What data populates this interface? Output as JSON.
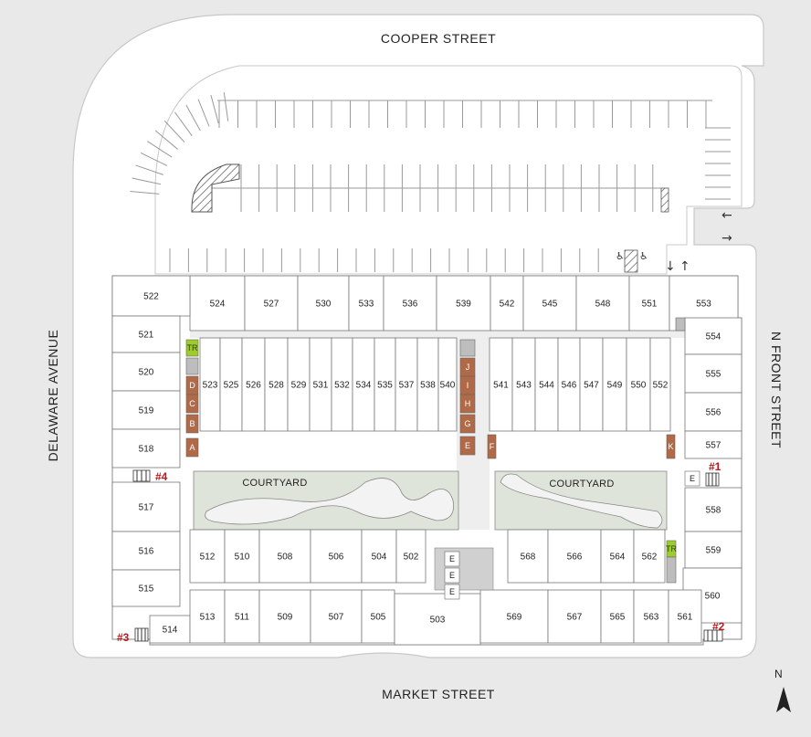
{
  "streets": {
    "north": "COOPER STREET",
    "south": "MARKET STREET",
    "west": "DELAWARE AVENUE",
    "east": "N FRONT STREET"
  },
  "compass": {
    "label": "N"
  },
  "courtyards": [
    "COURTYARD",
    "COURTYARD"
  ],
  "stairs": [
    "#1",
    "#2",
    "#3",
    "#4"
  ],
  "units": {
    "top_row": [
      "524",
      "527",
      "530",
      "533",
      "536",
      "539",
      "542",
      "545",
      "548",
      "551",
      "553"
    ],
    "upper_left_inner": [
      "523",
      "525",
      "526",
      "528",
      "529",
      "531",
      "532",
      "534",
      "535",
      "537",
      "538",
      "540"
    ],
    "upper_right_inner": [
      "541",
      "543",
      "544",
      "546",
      "547",
      "549",
      "550",
      "552"
    ],
    "left_column": [
      "522",
      "521",
      "520",
      "519",
      "518",
      "517",
      "516",
      "515",
      "514"
    ],
    "right_column": [
      "554",
      "555",
      "556",
      "557",
      "558",
      "559",
      "560"
    ],
    "lower_inner": [
      "512",
      "510",
      "508",
      "506",
      "504",
      "502",
      "568",
      "566",
      "564",
      "562"
    ],
    "bottom_row": [
      "513",
      "511",
      "509",
      "507",
      "505",
      "503",
      "569",
      "567",
      "565",
      "563",
      "561"
    ]
  },
  "tags": {
    "left_strip": [
      "TR",
      "D",
      "C",
      "B",
      "A"
    ],
    "center_strip": [
      "J",
      "I",
      "H",
      "G",
      "E"
    ],
    "f": "F",
    "k": "K",
    "right_tr": "TR",
    "elevators": [
      "E",
      "E",
      "E",
      "E"
    ]
  },
  "colors": {
    "unit_tag": "#b06a48",
    "trash_room": "#9ccd2a",
    "stair_marker": "#c0161b",
    "courtyard": "#dfe4da",
    "building": "#ffffff",
    "road": "#e9e9e9"
  }
}
